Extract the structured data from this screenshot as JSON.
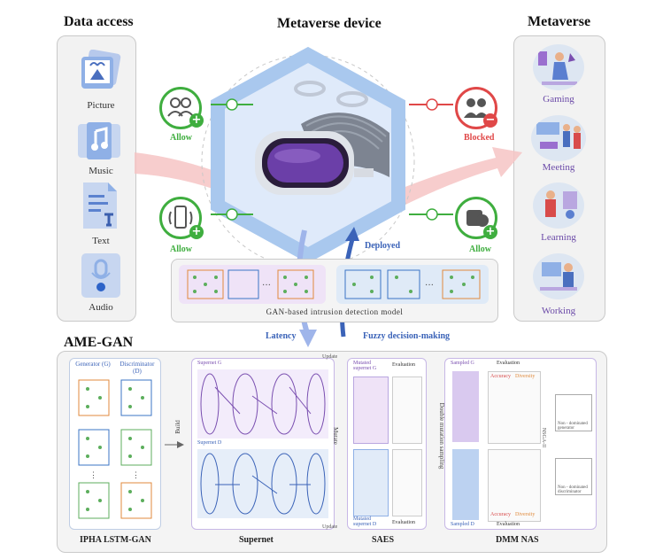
{
  "headers": {
    "data_access": "Data access",
    "device": "Metaverse device",
    "metaverse": "Metaverse",
    "ame_gan": "AME-GAN"
  },
  "data_access": {
    "items": [
      {
        "label": "Picture"
      },
      {
        "label": "Music"
      },
      {
        "label": "Text"
      },
      {
        "label": "Audio"
      }
    ]
  },
  "metaverse": {
    "items": [
      {
        "label": "Gaming"
      },
      {
        "label": "Meeting"
      },
      {
        "label": "Learning"
      },
      {
        "label": "Working"
      }
    ]
  },
  "device": {
    "allow_top": "Allow",
    "allow_bottom_left": "Allow",
    "blocked": "Blocked",
    "allow_bottom_right": "Allow",
    "deployed": "Deployed",
    "model_title": "GAN-based intrusion detection model",
    "latency": "Latency",
    "fuzzy": "Fuzzy decision-making"
  },
  "ame": {
    "generator": "Generator (G)",
    "discriminator": "Discriminator (D)",
    "build": "Build",
    "supernet_g": "Supernet G",
    "supernet_d": "Supernet D",
    "mutate": "Mutate",
    "update_top": "Update",
    "update_bottom": "Update",
    "mutated_g": "Mutated supernet G",
    "mutated_d": "Mutated supernet D",
    "evaluation_1": "Evaluation",
    "evaluation_2": "Evaluation",
    "dms": "Double mutation sampling",
    "sampled_g": "Sampled G",
    "sampled_d": "Sampled D",
    "evaluation_3": "Evaluation",
    "evaluation_4": "Evaluation",
    "accuracy_top": "Accuracy",
    "diversity_top": "Diversity",
    "accuracy_bottom": "Accuracy",
    "diversity_bottom": "Diversity",
    "nsga": "NSGA-II",
    "nd_gen": "Non - dominated generator",
    "nd_disc": "Non - dominated discriminator",
    "sec_ipha": "IPHA LSTM-GAN",
    "sec_supernet": "Supernet",
    "sec_saes": "SAES",
    "sec_dmm": "DMM NAS"
  },
  "colors": {
    "allow": "#3fae3f",
    "blocked": "#e04848",
    "hex": "#a9c8ee",
    "generator": "#e08a3c",
    "discriminator": "#3b74c4",
    "purple": "#7a4fb0",
    "flow": "#f3b8b8"
  }
}
